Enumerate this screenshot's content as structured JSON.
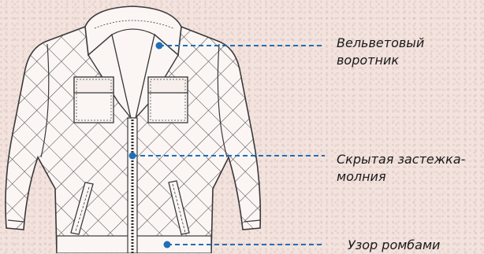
{
  "colors": {
    "background": "#f3e3de",
    "leader_line": "#1f6fb8",
    "outline": "#3a3a3a",
    "jacket_fill": "#fbf6f4"
  },
  "callouts": [
    {
      "id": "collar",
      "lines": [
        "Вельветовый",
        "воротник"
      ]
    },
    {
      "id": "zipper",
      "lines": [
        "Скрытая застежка-",
        "молния"
      ]
    },
    {
      "id": "pattern",
      "lines": [
        "Узор ромбами"
      ]
    }
  ]
}
